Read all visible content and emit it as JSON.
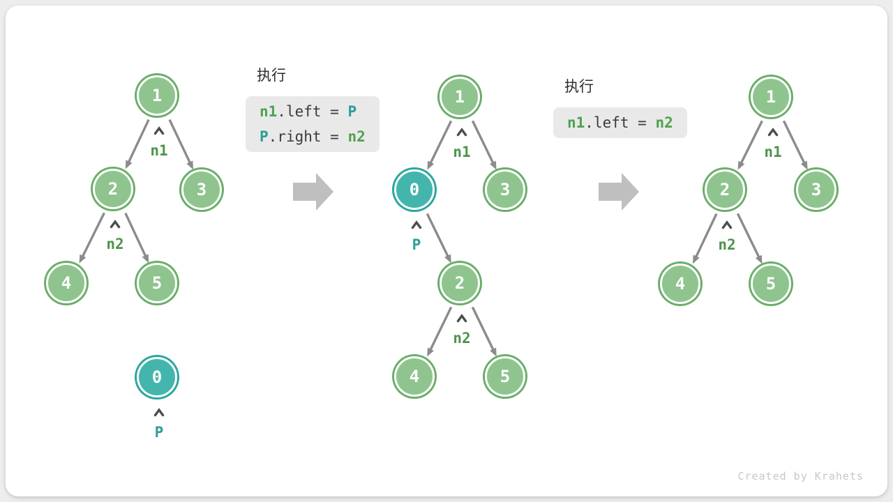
{
  "watermark": "Created by Krahets",
  "colors": {
    "node_green_fill": "#8fc48f",
    "node_green_ring": "#6aae6a",
    "node_teal_fill": "#44b5ac",
    "node_teal_ring": "#2aa79d",
    "pointer_green": "#4c944c",
    "pointer_teal": "#2f9e95",
    "code_green": "#4ea24e",
    "code_teal": "#2a9d95",
    "edge_gray": "#8b8b8b",
    "block_arrow_gray": "#bfbfbf",
    "code_box_bg": "#e9e9e9"
  },
  "code_blocks": [
    {
      "label": "执行",
      "lines": [
        [
          {
            "text": "n1",
            "color": "green"
          },
          {
            "text": ".left = ",
            "color": "plain"
          },
          {
            "text": "P",
            "color": "teal"
          }
        ],
        [
          {
            "text": "P",
            "color": "teal"
          },
          {
            "text": ".right = ",
            "color": "plain"
          },
          {
            "text": "n2",
            "color": "green"
          }
        ]
      ]
    },
    {
      "label": "执行",
      "lines": [
        [
          {
            "text": "n1",
            "color": "green"
          },
          {
            "text": ".left = ",
            "color": "plain"
          },
          {
            "text": "n2",
            "color": "green"
          }
        ]
      ]
    }
  ],
  "trees": [
    {
      "name": "before-insert",
      "nodes": [
        {
          "id": "a1",
          "label": "1",
          "variant": "green"
        },
        {
          "id": "a2",
          "label": "2",
          "variant": "green"
        },
        {
          "id": "a3",
          "label": "3",
          "variant": "green"
        },
        {
          "id": "a4",
          "label": "4",
          "variant": "green"
        },
        {
          "id": "a5",
          "label": "5",
          "variant": "green"
        },
        {
          "id": "a0",
          "label": "0",
          "variant": "teal"
        }
      ],
      "edges": [
        [
          "a1",
          "a2"
        ],
        [
          "a1",
          "a3"
        ],
        [
          "a2",
          "a4"
        ],
        [
          "a2",
          "a5"
        ]
      ],
      "pointers": [
        {
          "node": "a1",
          "label": "n1",
          "variant": "green"
        },
        {
          "node": "a2",
          "label": "n2",
          "variant": "green"
        },
        {
          "node": "a0",
          "label": "P",
          "variant": "teal"
        }
      ]
    },
    {
      "name": "after-insert",
      "nodes": [
        {
          "id": "b1",
          "label": "1",
          "variant": "green"
        },
        {
          "id": "b0",
          "label": "0",
          "variant": "teal"
        },
        {
          "id": "b3",
          "label": "3",
          "variant": "green"
        },
        {
          "id": "b2",
          "label": "2",
          "variant": "green"
        },
        {
          "id": "b4",
          "label": "4",
          "variant": "green"
        },
        {
          "id": "b5",
          "label": "5",
          "variant": "green"
        }
      ],
      "edges": [
        [
          "b1",
          "b0"
        ],
        [
          "b1",
          "b3"
        ],
        [
          "b0",
          "b2"
        ],
        [
          "b2",
          "b4"
        ],
        [
          "b2",
          "b5"
        ]
      ],
      "pointers": [
        {
          "node": "b1",
          "label": "n1",
          "variant": "green"
        },
        {
          "node": "b0",
          "label": "P",
          "variant": "teal"
        },
        {
          "node": "b2",
          "label": "n2",
          "variant": "green"
        }
      ]
    },
    {
      "name": "after-remove",
      "nodes": [
        {
          "id": "c1",
          "label": "1",
          "variant": "green"
        },
        {
          "id": "c2",
          "label": "2",
          "variant": "green"
        },
        {
          "id": "c3",
          "label": "3",
          "variant": "green"
        },
        {
          "id": "c4",
          "label": "4",
          "variant": "green"
        },
        {
          "id": "c5",
          "label": "5",
          "variant": "green"
        }
      ],
      "edges": [
        [
          "c1",
          "c2"
        ],
        [
          "c1",
          "c3"
        ],
        [
          "c2",
          "c4"
        ],
        [
          "c2",
          "c5"
        ]
      ],
      "pointers": [
        {
          "node": "c1",
          "label": "n1",
          "variant": "green"
        },
        {
          "node": "c2",
          "label": "n2",
          "variant": "green"
        }
      ]
    }
  ]
}
